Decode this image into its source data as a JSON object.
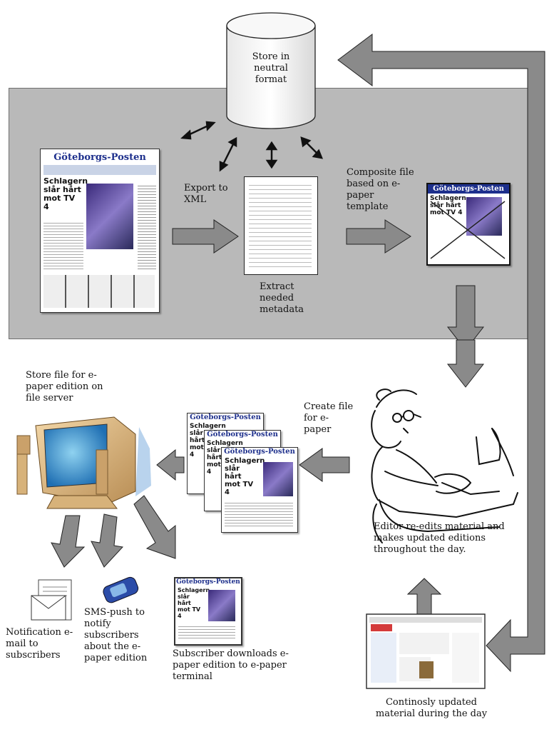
{
  "nodes": {
    "store_neutral": "Store in neutral format",
    "export_xml": "Export to XML",
    "extract_metadata": "Extract needed metadata",
    "composite": "Composite file based on e-paper template",
    "store_file": "Store file for e-paper edition on file server",
    "create_file": "Create file for e-paper",
    "editor": "Editor re-edits material and makes updated editions throughout the day.",
    "notification": "Notification e-mail to subscribers",
    "sms_push": "SMS-push to notify subscribers about the e-paper edition",
    "subscriber_downloads": "Subscriber downloads e-paper edition to e-paper terminal",
    "continously": "Continosly updated material during the day"
  },
  "newspaper": {
    "masthead": "Göteborgs-Posten",
    "headline": "Schlagern slår hårt mot TV 4"
  }
}
